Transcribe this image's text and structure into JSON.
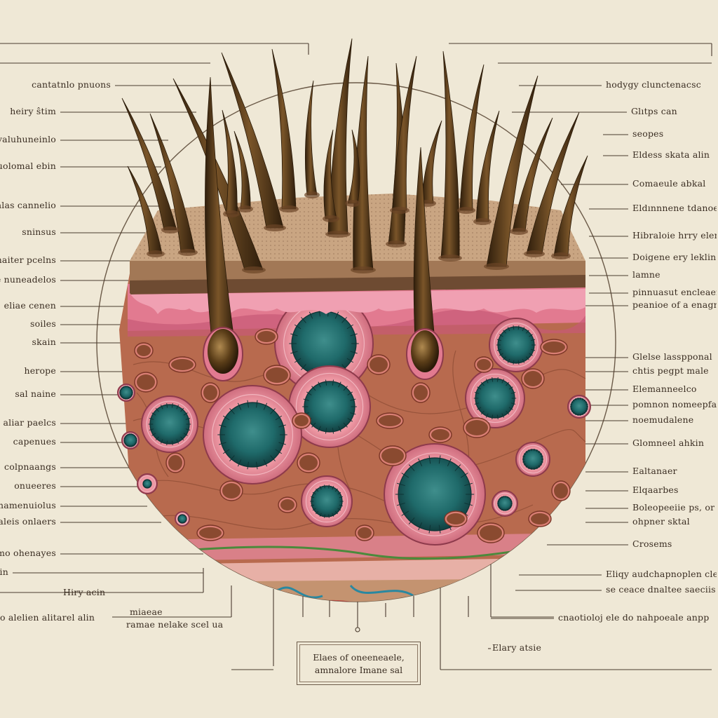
{
  "labels_left": [
    "cantatnlo pnuons",
    "heiry ŝtim",
    "syaluhuneinlo",
    "uolomal ebin",
    "alas cannelio",
    "sninsus",
    "maiter pcelns",
    "e nuneadelos",
    "eliae cenen",
    "soiles",
    "skain",
    "herope",
    "sal naine",
    "aliar paelcs",
    "capenues",
    "colpnaangs",
    "onueeres",
    "cnamenuiolus",
    "naleis onlaers",
    "nmo ohenayes",
    "ain"
  ],
  "labels_right": [
    "hodygy clunctenacsc",
    "Glıtps can",
    "seopes",
    "Eldess skata alin",
    "Comaeule abkal",
    "Eldınnnene tdanoeds",
    "Hibraloie hrry elenn",
    "Doigene ery leklinoe",
    "lamne",
    "pinnuasut encleaer",
    "peanioe of a enagne",
    "Glelse lasspponal",
    "chtis pegpt male",
    "Elemanneelco",
    "pomnon nomeepfalle",
    "noemudalene",
    "Glomneel ahkin",
    "Ealtanaer",
    "Elqaarbes",
    "Boleopeeiie ps, or",
    "ohpner sktal",
    "Crosems",
    "Eliqy audchapnoplen cle",
    "se ceace dnaltee saeciis ceeci",
    "cnaotioloj ele do nahpoeale anpp",
    "Elary atsie"
  ],
  "labels_bottom": [
    "Hiry acin",
    "o alelien alitarel alin",
    "miaeae",
    "ramae nelake scel ua"
  ],
  "plate": {
    "line1": "Elaes of oneeneaele,",
    "line2": "amnalore Imane sal"
  },
  "colors": {
    "paper": "#efe8d6",
    "ink": "#3a2d22",
    "leader": "#4a3b2e",
    "skin_pink": "#e58a9a",
    "dermis": "#b86a4e",
    "nucleus": "#1f6a6a",
    "hair": "#4a3116",
    "epidermis_top": "#c9a582"
  }
}
